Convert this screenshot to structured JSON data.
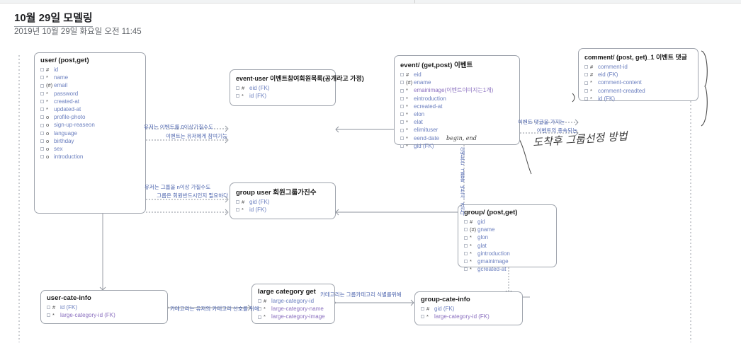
{
  "document": {
    "title": "10월 29일 모델링",
    "date": "2019년 10월 29일 화요일   오전 11:45"
  },
  "entities": [
    {
      "key": "user",
      "title": "user/  (post,get)",
      "attrs": [
        {
          "mark": "#",
          "name": "id"
        },
        {
          "mark": "*",
          "name": "name"
        },
        {
          "mark": "(#)",
          "name": "email"
        },
        {
          "mark": "*",
          "name": "password"
        },
        {
          "mark": "*",
          "name": "created-at"
        },
        {
          "mark": "*",
          "name": "updated-at"
        },
        {
          "mark": "o",
          "name": "profile-photo"
        },
        {
          "mark": "o",
          "name": "sign-up-reaseon"
        },
        {
          "mark": "o",
          "name": "language"
        },
        {
          "mark": "o",
          "name": "birthday"
        },
        {
          "mark": "o",
          "name": "sex"
        },
        {
          "mark": "o",
          "name": "introduction"
        }
      ]
    },
    {
      "key": "event-user",
      "title": "event-user  이벤트참여회원목록(공개라고 가정)",
      "attrs": [
        {
          "mark": "#",
          "name": "eid (FK)"
        },
        {
          "mark": "*",
          "name": "id (FK)"
        }
      ]
    },
    {
      "key": "event",
      "title": "event/  (get,post) 이벤트",
      "attrs": [
        {
          "mark": "#",
          "name": "eid"
        },
        {
          "mark": "(#)",
          "name": "ename"
        },
        {
          "mark": "*",
          "name": "emainimage(이벤트이미지는1개)"
        },
        {
          "mark": "*",
          "name": "eintroduction"
        },
        {
          "mark": "*",
          "name": "ecreated-at"
        },
        {
          "mark": "*",
          "name": "elon"
        },
        {
          "mark": "*",
          "name": "elat"
        },
        {
          "mark": "*",
          "name": "elimituser"
        },
        {
          "mark": "*",
          "name": "eend-date",
          "hand": "begin, end"
        },
        {
          "mark": "*",
          "name": "gid (FK)"
        }
      ]
    },
    {
      "key": "comment",
      "title": "comment/  (post,  get)_1 이벤트 댓글",
      "attrs": [
        {
          "mark": "#",
          "name": "comment-id"
        },
        {
          "mark": "#",
          "name": "eid (FK)"
        },
        {
          "mark": "*",
          "name": "comment-content"
        },
        {
          "mark": "*",
          "name": "comment-creadted"
        },
        {
          "mark": "*",
          "name": "id (FK)"
        }
      ]
    },
    {
      "key": "group-user",
      "title": "group user 회원그룹가진수",
      "attrs": [
        {
          "mark": "#",
          "name": "gid (FK)"
        },
        {
          "mark": "*",
          "name": "id (FK)"
        }
      ]
    },
    {
      "key": "group",
      "title": "group/ (post,get)",
      "attrs": [
        {
          "mark": "#",
          "name": "gid"
        },
        {
          "mark": "(#)",
          "name": "gname"
        },
        {
          "mark": "*",
          "name": "glon"
        },
        {
          "mark": "*",
          "name": "glat"
        },
        {
          "mark": "*",
          "name": "gintroduction"
        },
        {
          "mark": "*",
          "name": "gmainimage"
        },
        {
          "mark": "*",
          "name": "gcreated-at"
        }
      ]
    },
    {
      "key": "user-cate-info",
      "title": "user-cate-info",
      "attrs": [
        {
          "mark": "#",
          "name": "id (FK)"
        },
        {
          "mark": "*",
          "name": "large-category-id (FK)"
        }
      ]
    },
    {
      "key": "large-category",
      "title": "large category get",
      "attrs": [
        {
          "mark": "#",
          "name": "large-category-id"
        },
        {
          "mark": "*",
          "name": "large-category-name"
        },
        {
          "mark": "*",
          "name": "large-category-image"
        }
      ]
    },
    {
      "key": "group-cate-info",
      "title": "group-cate-info",
      "attrs": [
        {
          "mark": "#",
          "name": "gid (FK)"
        },
        {
          "mark": "*",
          "name": "large-category-id (FK)"
        }
      ]
    }
  ],
  "labels": {
    "user_event_top": "유저는 이벤트를 0이상가질수도",
    "user_event_bottom": "이벤트는 유저에게 참여기능",
    "event_comment_top": "이벤트 댓글을 가지는",
    "event_comment_bottom": "이벤트의 종속되는",
    "user_group_top": "유저는 그룹을 n이상 가질수도",
    "user_group_bottom": "그룹은 회원반드시인지 필요하다",
    "event_group_vertical": "이벤트는 그룹을 반드시 가진다",
    "user_cate_label": "카테고리는 유저의 카테고리 선호를 위해",
    "group_cate_label": "카테고리는 그룹카테고리 식별를위해"
  },
  "hand_notes": {
    "group_note": "도착후 그룹선정 방법"
  }
}
